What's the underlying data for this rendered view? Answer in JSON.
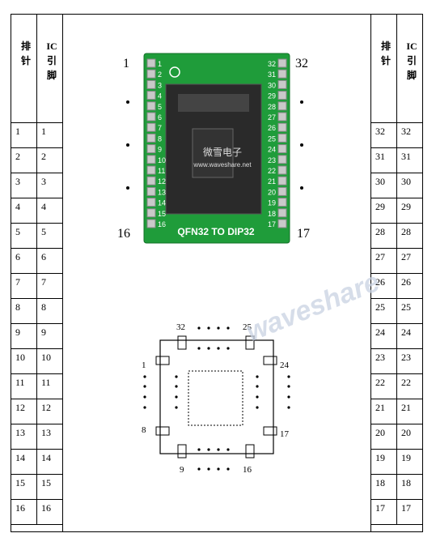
{
  "left_table": {
    "header_col1": "排\n针",
    "header_col2": "IC\n引\n脚",
    "rows": [
      [
        "1",
        "1"
      ],
      [
        "2",
        "2"
      ],
      [
        "3",
        "3"
      ],
      [
        "4",
        "4"
      ],
      [
        "5",
        "5"
      ],
      [
        "6",
        "6"
      ],
      [
        "7",
        "7"
      ],
      [
        "8",
        "8"
      ],
      [
        "9",
        "9"
      ],
      [
        "10",
        "10"
      ],
      [
        "11",
        "11"
      ],
      [
        "12",
        "12"
      ],
      [
        "13",
        "13"
      ],
      [
        "14",
        "14"
      ],
      [
        "15",
        "15"
      ],
      [
        "16",
        "16"
      ]
    ]
  },
  "right_table": {
    "header_col1": "排\n针",
    "header_col2": "IC\n引\n脚",
    "rows": [
      [
        "32",
        "32"
      ],
      [
        "31",
        "31"
      ],
      [
        "30",
        "30"
      ],
      [
        "29",
        "29"
      ],
      [
        "28",
        "28"
      ],
      [
        "27",
        "27"
      ],
      [
        "26",
        "26"
      ],
      [
        "25",
        "25"
      ],
      [
        "24",
        "24"
      ],
      [
        "23",
        "23"
      ],
      [
        "22",
        "22"
      ],
      [
        "21",
        "21"
      ],
      [
        "20",
        "20"
      ],
      [
        "19",
        "19"
      ],
      [
        "18",
        "18"
      ],
      [
        "17",
        "17"
      ]
    ]
  },
  "board": {
    "corner_tl": "1",
    "corner_tr": "32",
    "corner_bl": "16",
    "corner_br": "17",
    "pcb_label": "QFN32 TO DIP32",
    "brand_cn": "微雪电子",
    "brand_url": "www.waveshare.net",
    "left_pins": [
      "1",
      "2",
      "3",
      "4",
      "5",
      "6",
      "7",
      "8",
      "9",
      "10",
      "11",
      "12",
      "13",
      "14",
      "15",
      "16"
    ],
    "right_pins": [
      "32",
      "31",
      "30",
      "29",
      "28",
      "27",
      "26",
      "25",
      "24",
      "23",
      "22",
      "21",
      "20",
      "19",
      "18",
      "17"
    ],
    "pcb_color": "#1e9e3a"
  },
  "package": {
    "top_left": "32",
    "top_right": "25",
    "left_top": "1",
    "left_bottom": "8",
    "right_top": "24",
    "right_bottom": "17",
    "bottom_left": "9",
    "bottom_right": "16"
  },
  "watermark": "waveshare"
}
